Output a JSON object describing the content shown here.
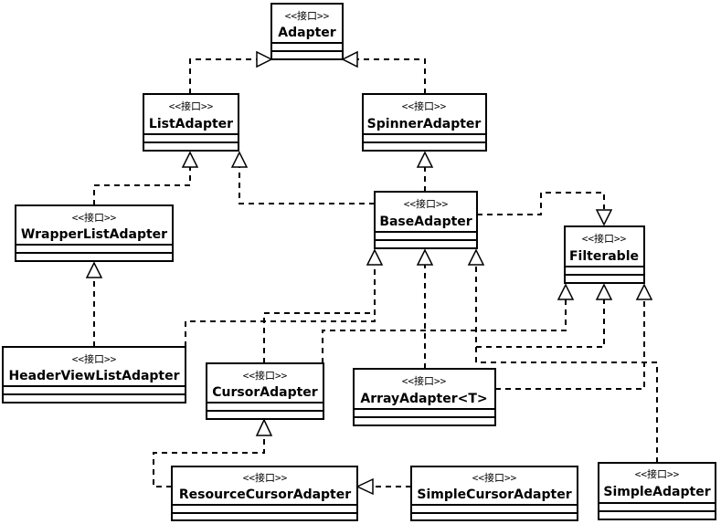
{
  "colors": {
    "line": "#000000",
    "background": "#ffffff"
  },
  "nodes": {
    "adapter": {
      "stereotype": "<<接口>>",
      "name": "Adapter"
    },
    "list_adapter": {
      "stereotype": "<<接口>>",
      "name": "ListAdapter"
    },
    "spinner_adapter": {
      "stereotype": "<<接口>>",
      "name": "SpinnerAdapter"
    },
    "wrapper_list_adapter": {
      "stereotype": "<<接口>>",
      "name": "WrapperListAdapter"
    },
    "base_adapter": {
      "stereotype": "<<接口>>",
      "name": "BaseAdapter"
    },
    "filterable": {
      "stereotype": "<<接口>>",
      "name": "Filterable"
    },
    "header_view_list_adapter": {
      "stereotype": "<<接口>>",
      "name": "HeaderViewListAdapter"
    },
    "cursor_adapter": {
      "stereotype": "<<接口>>",
      "name": "CursorAdapter"
    },
    "array_adapter": {
      "stereotype": "<<接口>>",
      "name": "ArrayAdapter<T>"
    },
    "resource_cursor_adapter": {
      "stereotype": "<<接口>>",
      "name": "ResourceCursorAdapter"
    },
    "simple_cursor_adapter": {
      "stereotype": "<<接口>>",
      "name": "SimpleCursorAdapter"
    },
    "simple_adapter": {
      "stereotype": "<<接口>>",
      "name": "SimpleAdapter"
    }
  },
  "relations": [
    {
      "from": "list_adapter",
      "to": "adapter",
      "kind": "realization"
    },
    {
      "from": "spinner_adapter",
      "to": "adapter",
      "kind": "realization"
    },
    {
      "from": "wrapper_list_adapter",
      "to": "list_adapter",
      "kind": "realization"
    },
    {
      "from": "base_adapter",
      "to": "list_adapter",
      "kind": "realization"
    },
    {
      "from": "base_adapter",
      "to": "spinner_adapter",
      "kind": "realization"
    },
    {
      "from": "base_adapter",
      "to": "filterable",
      "kind": "realization"
    },
    {
      "from": "header_view_list_adapter",
      "to": "wrapper_list_adapter",
      "kind": "realization"
    },
    {
      "from": "header_view_list_adapter",
      "to": "base_adapter",
      "kind": "realization"
    },
    {
      "from": "cursor_adapter",
      "to": "base_adapter",
      "kind": "realization"
    },
    {
      "from": "cursor_adapter",
      "to": "filterable",
      "kind": "realization"
    },
    {
      "from": "array_adapter",
      "to": "base_adapter",
      "kind": "realization"
    },
    {
      "from": "array_adapter",
      "to": "filterable",
      "kind": "realization"
    },
    {
      "from": "simple_adapter",
      "to": "base_adapter",
      "kind": "realization"
    },
    {
      "from": "simple_adapter",
      "to": "filterable",
      "kind": "realization"
    },
    {
      "from": "resource_cursor_adapter",
      "to": "cursor_adapter",
      "kind": "realization"
    },
    {
      "from": "simple_cursor_adapter",
      "to": "resource_cursor_adapter",
      "kind": "realization"
    }
  ]
}
